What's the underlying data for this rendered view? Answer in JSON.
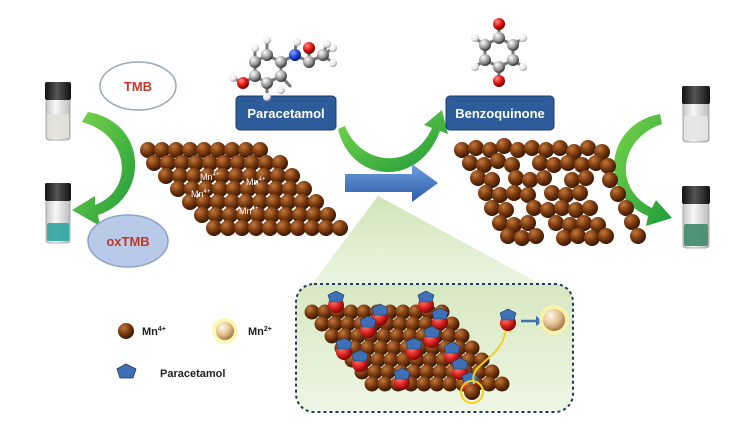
{
  "labels": {
    "tmb": "TMB",
    "oxtmb": "oxTMB",
    "paracetamol_box": "Paracetamol",
    "benzoquinone_box": "Benzoquinone",
    "mn_ion": "Mn",
    "mn4_charge": "4+",
    "mn2_charge": "2+"
  },
  "legend": {
    "mn4": "Mn",
    "mn4_sup": "4+",
    "mn2": "Mn",
    "mn2_sup": "2+",
    "paracetamol": "Paracetamol"
  },
  "colors": {
    "sphere_brown": "#7a3a10",
    "sphere_light": "#e7c9a0",
    "pentagon_blue": "#3f6fb5",
    "red_sphere": "#d81e1e",
    "box_blue": "#2e5c9a",
    "green_arrow": "#2fb24a",
    "zoom_bg": "#e3efd3",
    "tmb_text": "#c0392b",
    "oxtmb_text": "#c0392b",
    "oxtmb_bg": "#b9c9e8"
  },
  "icons": [
    "vial-icon",
    "green-arrow-icon",
    "blue-arrow-icon",
    "molecule-icon",
    "pentagon-icon",
    "sphere-icon"
  ]
}
